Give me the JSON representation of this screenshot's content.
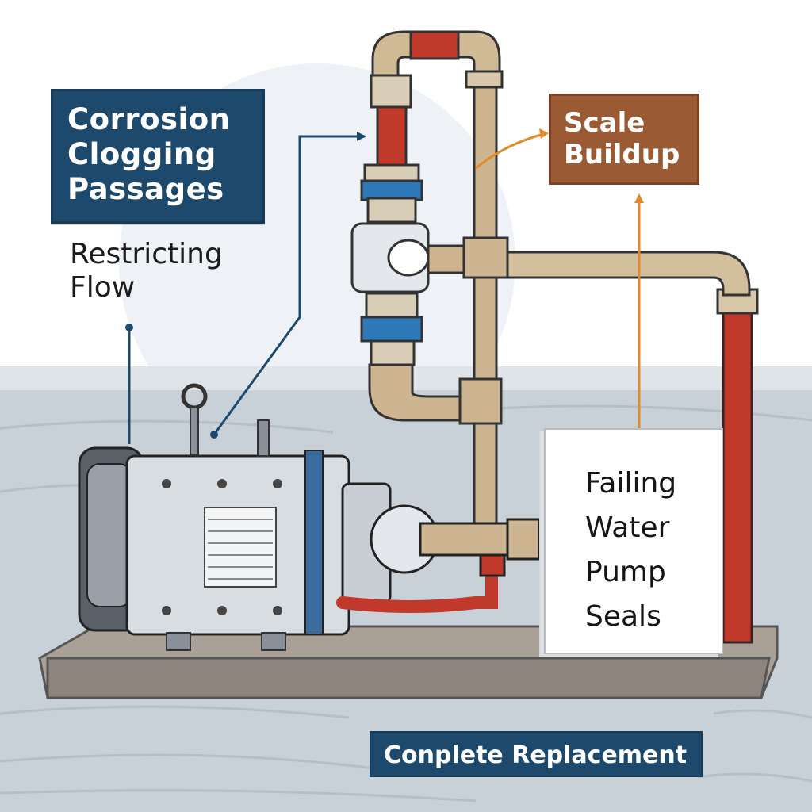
{
  "labels": {
    "corrosion": [
      "Corrosion",
      "Clogging",
      "Passages"
    ],
    "restricting": [
      "Restricting",
      "Flow"
    ],
    "scale": [
      "Scale",
      "Buildup"
    ],
    "failing": [
      "Failing",
      "Water",
      "Pump",
      "Seals"
    ],
    "replacement": "Conplete Replacement"
  },
  "colors": {
    "label_blue": "#1d4a6c",
    "label_brown": "#9a5a33",
    "red_pipe": "#c0392b",
    "brass": "#c9b08a",
    "pointer_orange": "#e08a2c",
    "pump_body": "#d8dde2"
  }
}
